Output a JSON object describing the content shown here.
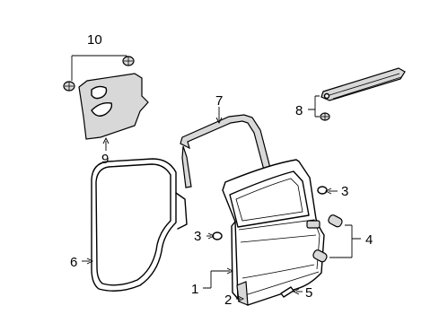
{
  "callouts": {
    "c1": "1",
    "c2": "2",
    "c3a": "3",
    "c3b": "3",
    "c4": "4",
    "c5": "5",
    "c6": "6",
    "c7": "7",
    "c8": "8",
    "c9": "9",
    "c10": "10"
  }
}
